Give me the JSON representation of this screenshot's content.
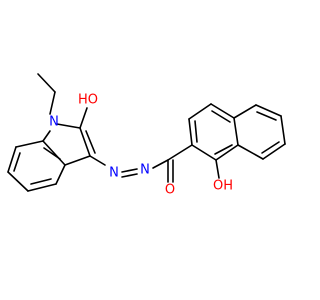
{
  "colors": {
    "bond": "#000000",
    "oxygen": "#ff0000",
    "nitrogen": "#0000ff",
    "background": "#ffffff"
  },
  "labels": {
    "n_indole": "N",
    "oh_indole": "HO",
    "n_azo_1": "N",
    "n_azo_2": "N",
    "o_carbonyl": "O",
    "oh_naphthol": "OH"
  }
}
